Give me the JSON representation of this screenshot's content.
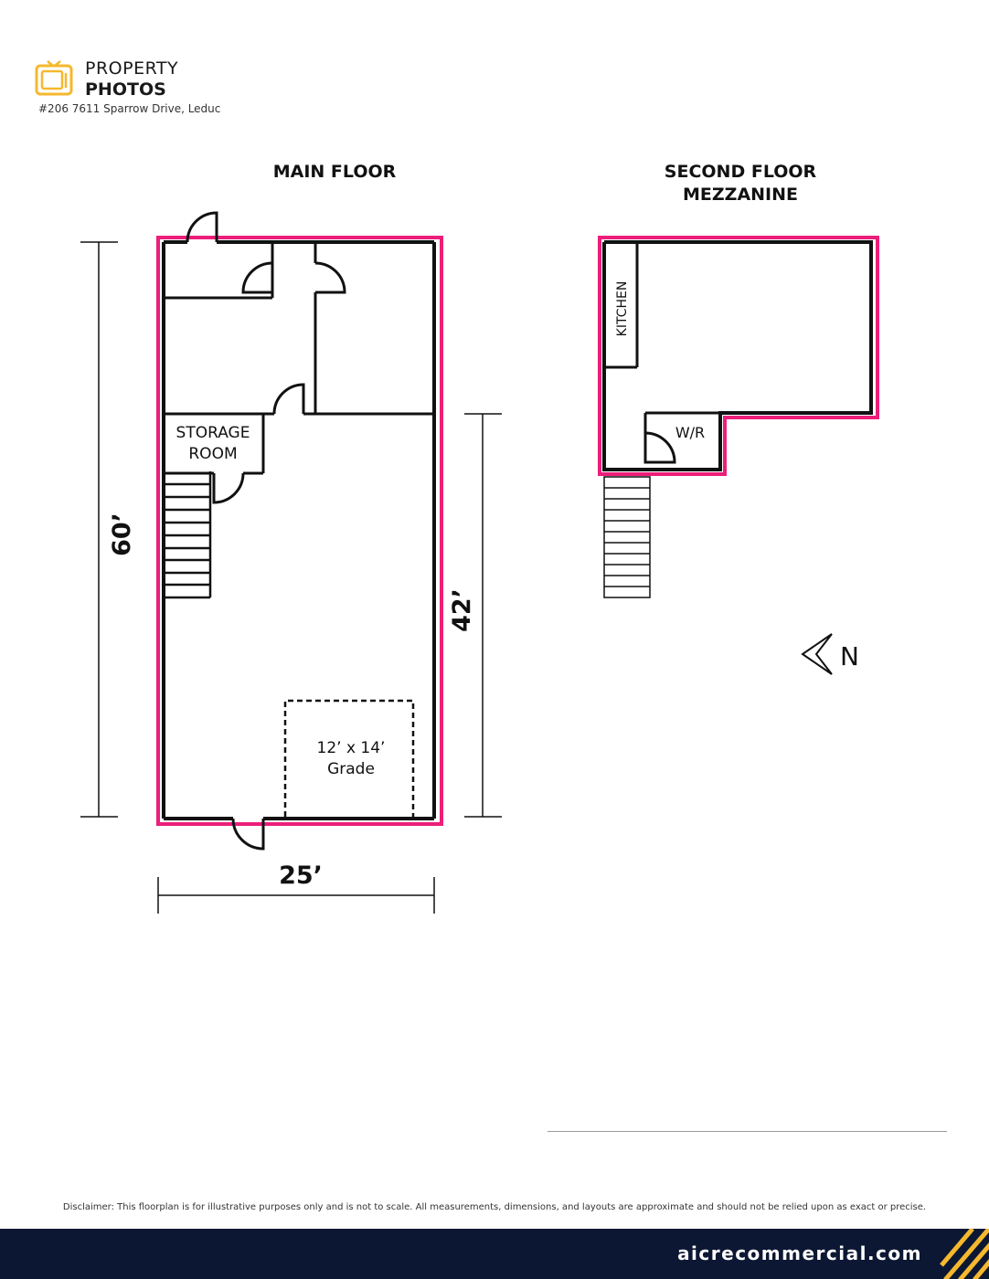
{
  "header": {
    "title_line1": "PROPERTY",
    "title_line2": "PHOTOS",
    "address": "#206 7611 Sparrow Drive, Leduc",
    "icon": "tv-icon"
  },
  "main_floor": {
    "title": "MAIN FLOOR",
    "rooms": {
      "storage_line1": "STORAGE",
      "storage_line2": "ROOM"
    },
    "grade_door": {
      "line1": "12’ x 14’",
      "line2": "Grade"
    },
    "dimensions": {
      "height": "60’",
      "width": "25’",
      "partial_height": "42’"
    }
  },
  "second_floor": {
    "title_line1": "SECOND FLOOR",
    "title_line2": "MEZZANINE",
    "rooms": {
      "kitchen": "KITCHEN",
      "washroom": "W/R"
    }
  },
  "compass": {
    "label": "N",
    "icon": "north-arrow-icon"
  },
  "colors": {
    "highlight": "#ec1e79",
    "footer_bg": "#0c1733",
    "accent": "#f5b82e"
  },
  "disclaimer": "Disclaimer: This floorplan is for illustrative purposes only and is not to scale. All measurements, dimensions, and layouts are approximate and should not be relied upon as exact or precise.",
  "footer": {
    "url": "aicrecommercial.com"
  }
}
